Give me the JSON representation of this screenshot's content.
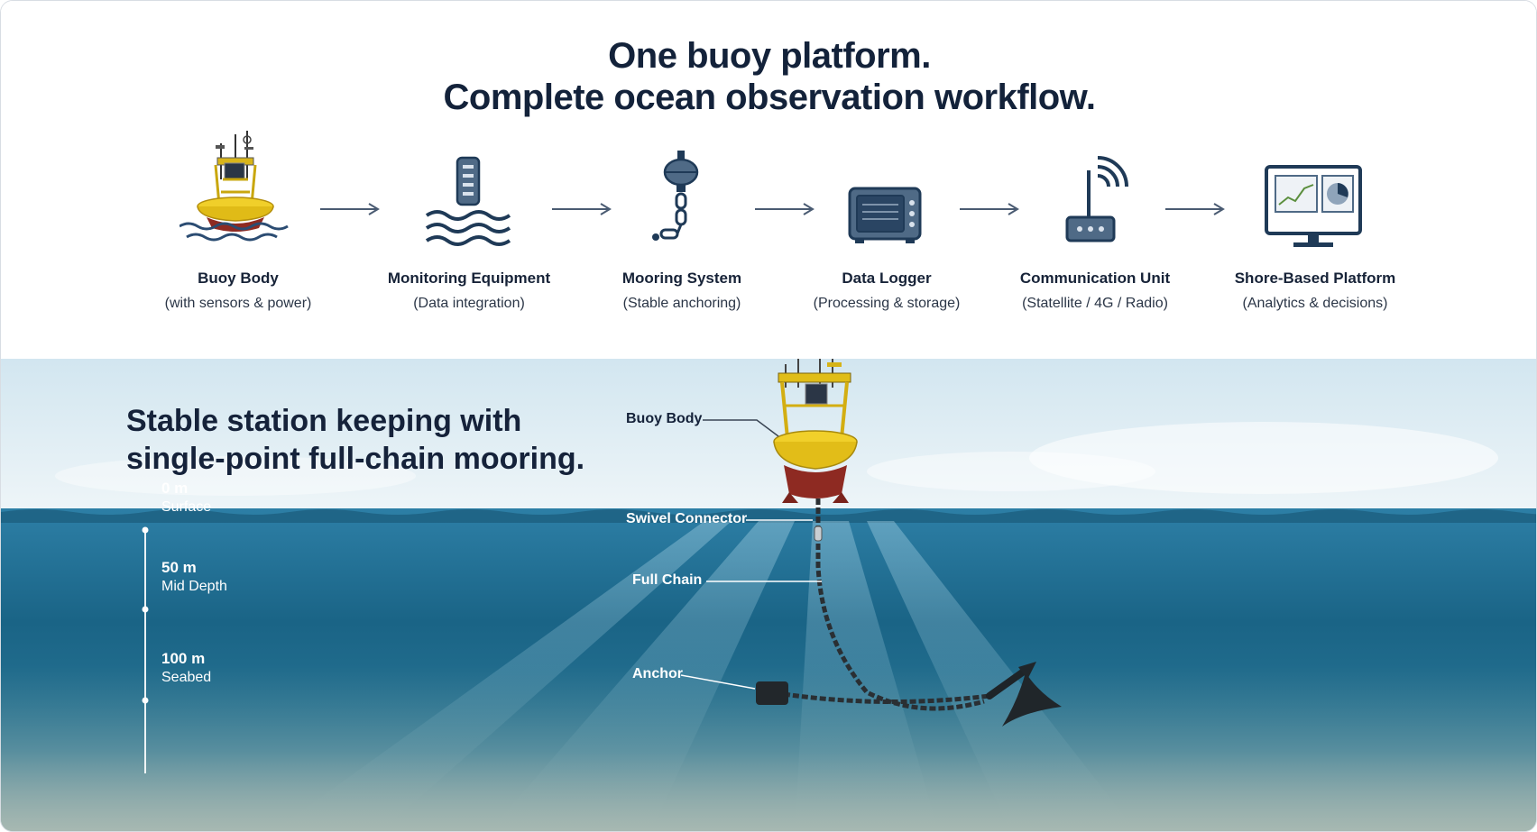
{
  "header": {
    "line1": "One buoy platform.",
    "line2": "Complete ocean observation workflow."
  },
  "workflow": [
    {
      "name": "Buoy Body",
      "sub": "(with sensors & power)",
      "icon": "buoy-icon"
    },
    {
      "name": "Monitoring Equipment",
      "sub": "(Data integration)",
      "icon": "sensor-waves-icon"
    },
    {
      "name": "Mooring System",
      "sub": "(Stable anchoring)",
      "icon": "chain-icon"
    },
    {
      "name": "Data Logger",
      "sub": "(Processing & storage)",
      "icon": "data-logger-icon"
    },
    {
      "name": "Communication Unit",
      "sub": "(Statellite / 4G / Radio)",
      "icon": "antenna-icon"
    },
    {
      "name": "Shore-Based Platform",
      "sub": "(Analytics & decisions)",
      "icon": "monitor-icon"
    }
  ],
  "mooring": {
    "title_line1": "Stable station keeping with",
    "title_line2": "single-point full-chain mooring.",
    "depths": [
      {
        "value": "0 m",
        "label": "Surface"
      },
      {
        "value": "50 m",
        "label": "Mid Depth"
      },
      {
        "value": "100 m",
        "label": "Seabed"
      }
    ],
    "callouts": {
      "buoy": "Buoy Body",
      "swivel": "Swivel Connector",
      "chain": "Full Chain",
      "anchor": "Anchor"
    }
  },
  "colors": {
    "navy": "#1f3a57",
    "buoy_yellow": "#e8c21a",
    "buoy_red": "#8e2a22",
    "ocean_deep": "#0c4a66",
    "sky": "#d6e7ef"
  }
}
